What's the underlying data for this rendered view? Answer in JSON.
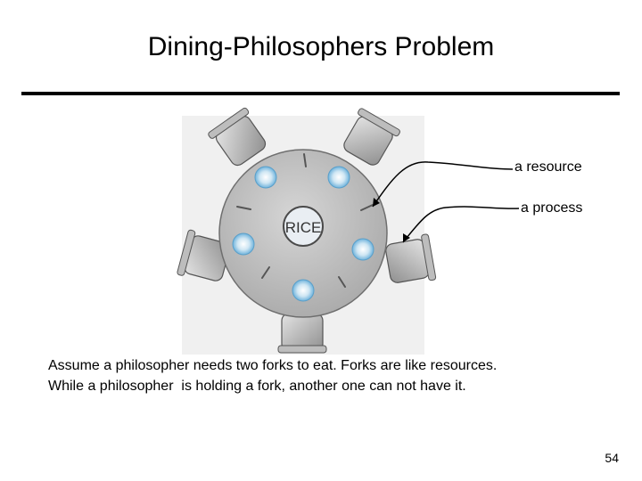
{
  "slide": {
    "title": "Dining-Philosophers Problem",
    "page_number": "54"
  },
  "diagram": {
    "table_label": "RICE",
    "annotations": {
      "resource": "a resource",
      "process": "a process"
    }
  },
  "body": {
    "line1": "Assume a philosopher needs two forks to eat. Forks are like resources.",
    "line2": "While a philosopher  is holding a fork, another one can not have it."
  }
}
